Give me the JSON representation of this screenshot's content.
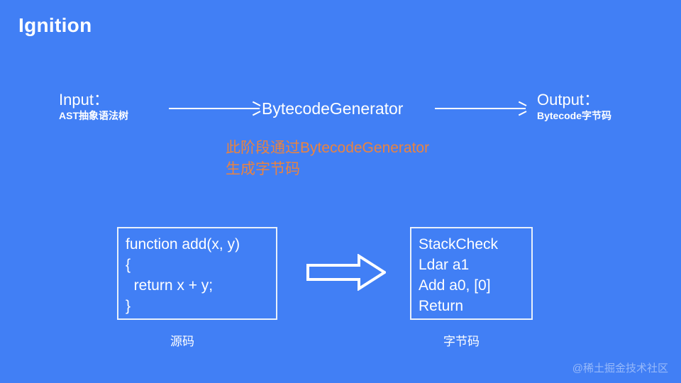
{
  "slide": {
    "title": "Ignition",
    "background_color": "#417ff5"
  },
  "pipeline": {
    "input": {
      "head": "Input：",
      "sub": "AST抽象语法树"
    },
    "stage": {
      "head": "BytecodeGenerator"
    },
    "output": {
      "head": "Output：",
      "sub": "Bytecode字节码"
    },
    "arrow_1_name": "arrow-input-to-generator",
    "arrow_2_name": "arrow-generator-to-output"
  },
  "annotation": {
    "line1": "此阶段通过BytecodeGenerator",
    "line2": "生成字节码",
    "color": "#ea8340"
  },
  "boxes": {
    "source": {
      "lines": "function add(x, y)\n{\n  return x + y;\n}",
      "caption": "源码"
    },
    "bytecode": {
      "lines": "StackCheck\nLdar a1\nAdd a0, [0]\nReturn",
      "caption": "字节码"
    }
  },
  "transform_arrow": {
    "name": "block-arrow-right"
  },
  "watermark": {
    "text": "@稀土掘金技术社区"
  }
}
